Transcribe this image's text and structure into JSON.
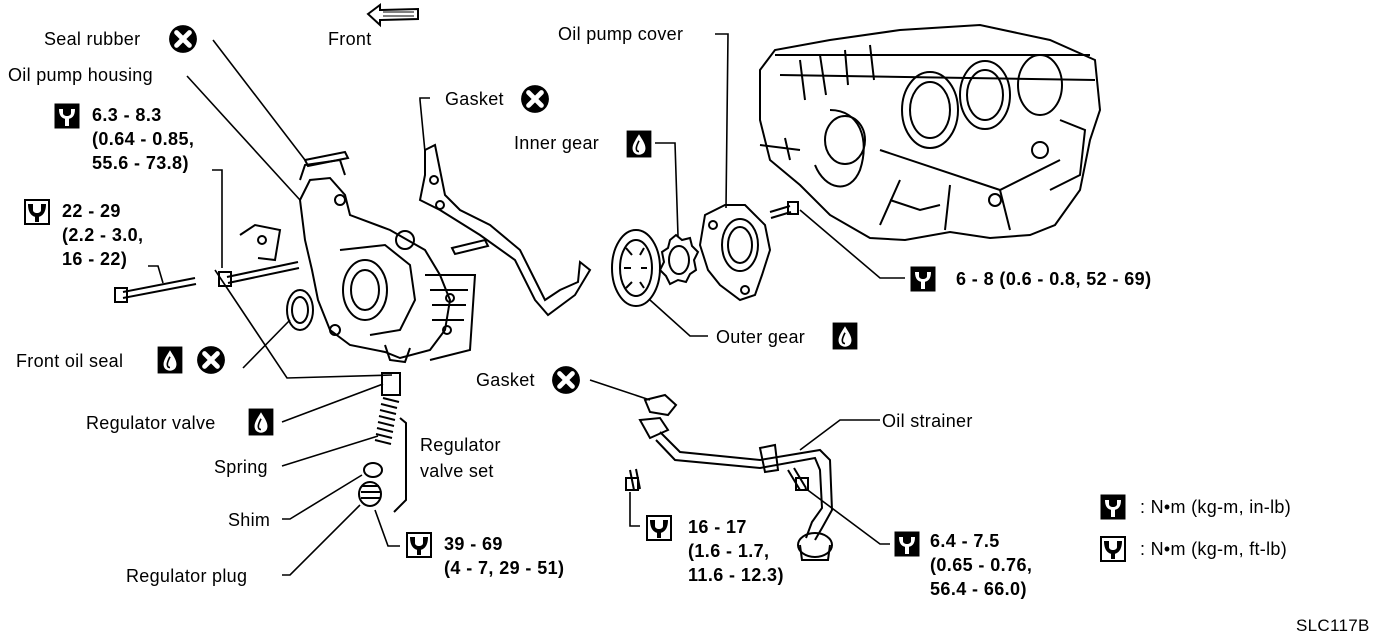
{
  "labels": {
    "seal_rubber": "Seal rubber",
    "oil_pump_housing": "Oil pump housing",
    "front": "Front",
    "gasket_upper": "Gasket",
    "oil_pump_cover": "Oil pump cover",
    "inner_gear": "Inner gear",
    "outer_gear": "Outer gear",
    "front_oil_seal": "Front oil seal",
    "regulator_valve": "Regulator valve",
    "regulator_valve_set_1": "Regulator",
    "regulator_valve_set_2": "valve set",
    "spring": "Spring",
    "shim": "Shim",
    "regulator_plug": "Regulator plug",
    "gasket_lower": "Gasket",
    "oil_strainer": "Oil strainer"
  },
  "torques": {
    "housing_bolt_inlb": [
      "6.3 - 8.3",
      "(0.64 - 0.85,",
      "55.6 - 73.8)"
    ],
    "housing_bolt_ftlb": [
      "22 - 29",
      "(2.2 - 3.0,",
      "16 - 22)"
    ],
    "cover_bolt": "6 - 8 (0.6 - 0.8, 52 - 69)",
    "regulator_plug": [
      "39 - 69",
      "(4 - 7, 29 - 51)"
    ],
    "strainer_bolt_ftlb": [
      "16 - 17",
      "(1.6 - 1.7,",
      "11.6 - 12.3)"
    ],
    "strainer_bolt_inlb": [
      "6.4 - 7.5",
      "(0.65 - 0.76,",
      "56.4 - 66.0)"
    ]
  },
  "legend": {
    "inlb": ": N•m (kg-m, in-lb)",
    "ftlb": ": N•m (kg-m, ft-lb)"
  },
  "figure_id": "SLC117B"
}
